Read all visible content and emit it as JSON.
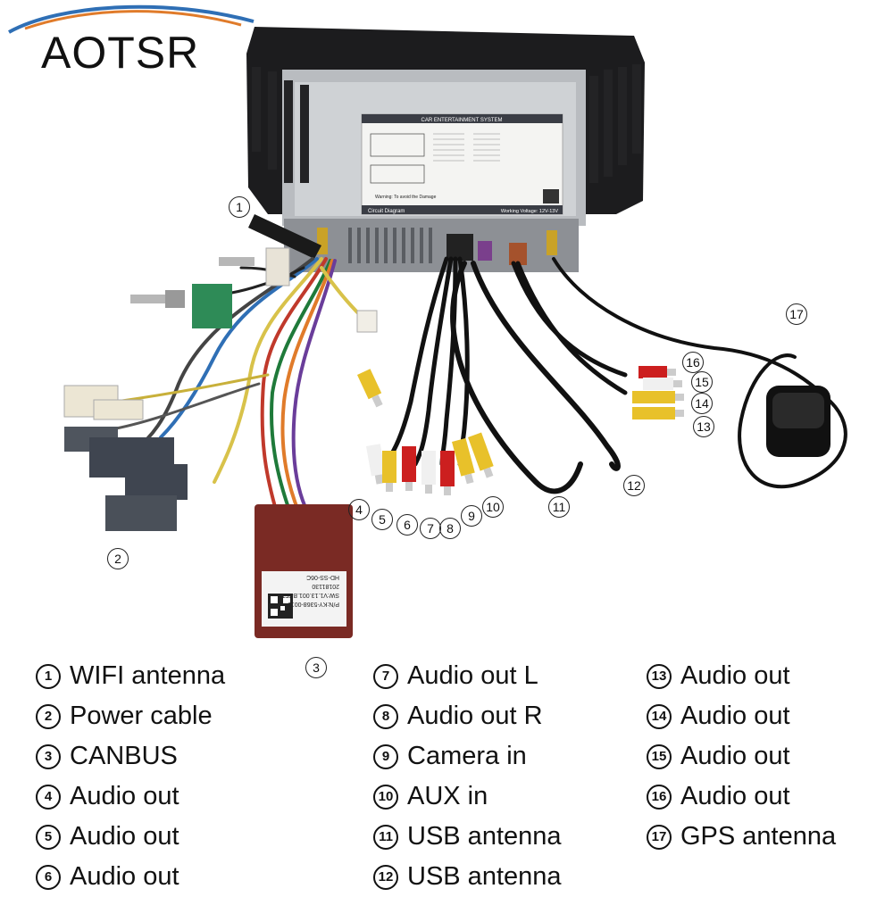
{
  "brand": {
    "logo_text": "AOTSR"
  },
  "unit_label": {
    "header": "CAR ENTERTAINMENT SYSTEM",
    "diagram_title": "Circuit Diagram",
    "voltage": "Working Voltage: 12V-13V",
    "warning": "Warning: To avoid the Damage"
  },
  "canbus_box": {
    "model": "HD-SS-06C",
    "date": "20181130",
    "sw": "SW:V1.13.001.BYFT",
    "pn": "P/N:KY-5368-0011"
  },
  "callouts": [
    "1",
    "2",
    "3",
    "4",
    "5",
    "6",
    "7",
    "8",
    "9",
    "10",
    "11",
    "12",
    "13",
    "14",
    "15",
    "16",
    "17"
  ],
  "legend": {
    "column1": [
      {
        "num": "1",
        "text": "WIFI antenna"
      },
      {
        "num": "2",
        "text": " Power cable"
      },
      {
        "num": "3",
        "text": "CANBUS"
      },
      {
        "num": "4",
        "text": "Audio out"
      },
      {
        "num": "5",
        "text": "Audio out"
      },
      {
        "num": "6",
        "text": " Audio out"
      }
    ],
    "column2": [
      {
        "num": "7",
        "text": " Audio out L"
      },
      {
        "num": "8",
        "text": "Audio out R"
      },
      {
        "num": "9",
        "text": "Camera in"
      },
      {
        "num": "10",
        "text": "AUX in"
      },
      {
        "num": "11",
        "text": "USB antenna"
      },
      {
        "num": "12",
        "text": "USB antenna"
      }
    ],
    "column3": [
      {
        "num": "13",
        "text": "Audio out"
      },
      {
        "num": "14",
        "text": "Audio out"
      },
      {
        "num": "15",
        "text": "Audio out"
      },
      {
        "num": "16",
        "text": "Audio out"
      },
      {
        "num": "17",
        "text": "GPS antenna"
      }
    ]
  }
}
